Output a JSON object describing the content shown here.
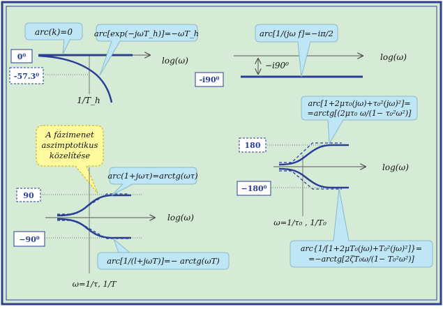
{
  "colors": {
    "background": "#d6ebd6",
    "border": "#2f3f8f",
    "curve": "#2a3e96",
    "callout": "#bfe6f5",
    "callout_border": "#8ab9cc",
    "note": "#fffa9e",
    "note_border": "#c9b300",
    "dashed": "#555555"
  },
  "panels": {
    "constant_delay": {
      "callout_k": "arc(k)=0",
      "callout_delay": "arc[exp(−jωT_h)]=−ωT_h",
      "box_zero": "0⁰",
      "box_minus": "-57.3⁰",
      "axis_label": "log(ω)",
      "break_label": "1/T_h"
    },
    "integrator": {
      "callout": "arc[1/(jω f]=−iπ/2",
      "box": "-i90⁰",
      "shift_label": "−i90⁰",
      "axis_label": "log(ω)"
    },
    "first_order": {
      "note": [
        "A fázimenet",
        "aszimptotikus",
        "közelítése"
      ],
      "callout_top": "arc(1+jωτ)=arctg(ωτ)",
      "callout_bottom": "arc[1/(l+jωT)]=− arctg(ωT)",
      "box_plus": "90",
      "box_minus": "−90⁰",
      "axis_label": "log(ω)",
      "freq_label": "ω=1/τ, 1/T"
    },
    "second_order": {
      "callout_top": [
        "arc[1+2μτ₀(jω)+τ₀²(jω)²]=",
        "=arctg[(2μτ₀ ω/(1− τ₀²ω²)]"
      ],
      "callout_bottom": [
        "arc{1/[1+2μT₀(jω)+T₀²(jω)²]}=",
        "=−arctg[2ζT₀ω/(1− T₀²ω²)]"
      ],
      "box_plus": "180",
      "box_minus": "−180⁰",
      "axis_label": "log(ω)",
      "freq_label": "ω=1/τ₀ , 1/T₀"
    }
  }
}
